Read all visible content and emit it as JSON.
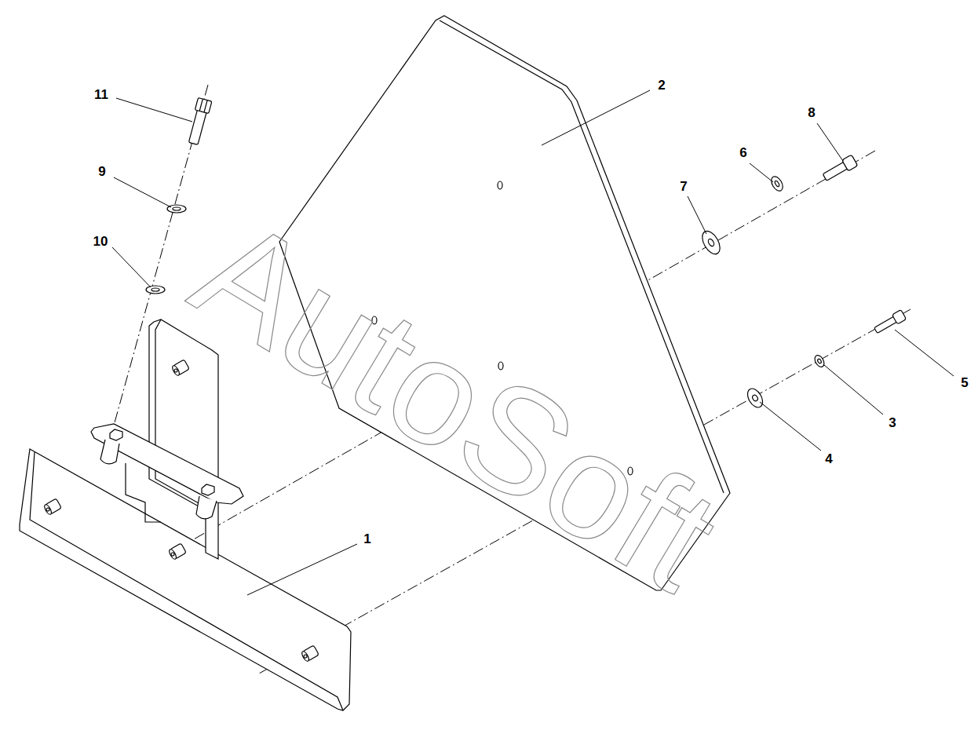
{
  "diagram": {
    "labels": [
      "11",
      "2",
      "8",
      "6",
      "9",
      "7",
      "10",
      "5",
      "3",
      "4",
      "1",
      "AutoSoft"
    ]
  }
}
